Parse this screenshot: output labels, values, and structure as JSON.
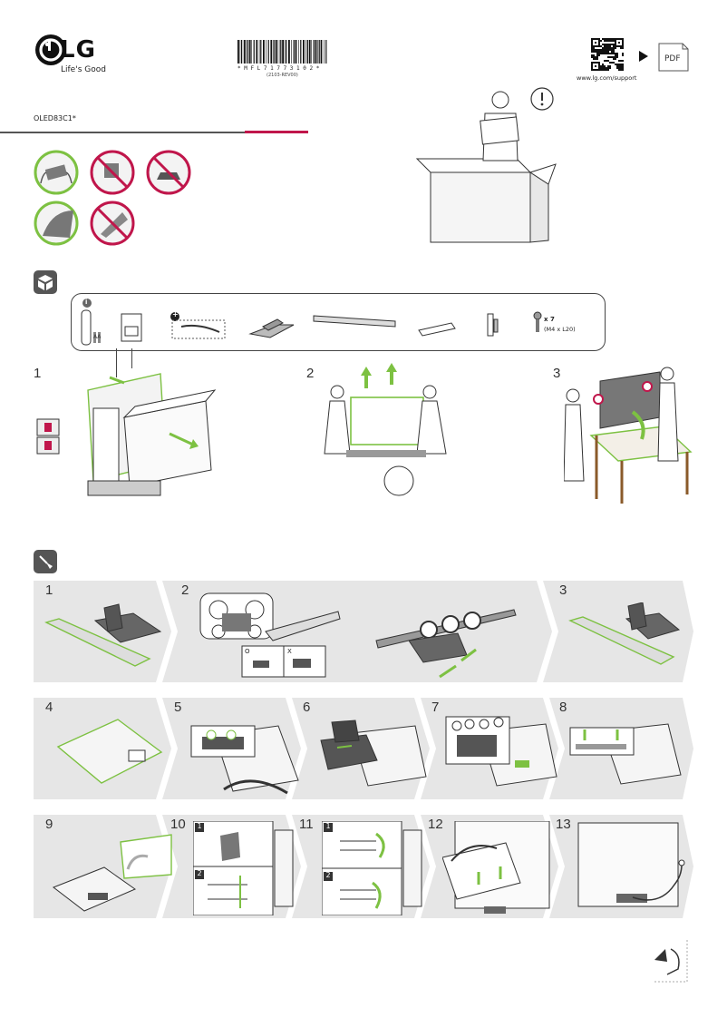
{
  "header": {
    "brand": "LG",
    "tagline": "Life's Good",
    "barcode_text": "* M F L 7 1 7 7 3 1 0 2 *",
    "barcode_rev": "(2103-REV00)",
    "support_url": "www.lg.com/support",
    "pdf_label": "PDF"
  },
  "model": "OLED83C1*",
  "components": {
    "ac_accessory_icon": "i",
    "optional_icon": "+",
    "battery_label": "AA",
    "screw_qty": "x 7",
    "screw_spec": "(M4 x L20)"
  },
  "unpack_steps": [
    "1",
    "2",
    "3"
  ],
  "assembly_steps": [
    "1",
    "2",
    "3",
    "4",
    "5",
    "6",
    "7",
    "8",
    "9",
    "10",
    "11",
    "12",
    "13"
  ],
  "step2_ok_mark": "O",
  "step2_ng_mark": "X",
  "substeps": [
    "1",
    "2"
  ],
  "colors": {
    "accent_green": "#7dc142",
    "lg_red": "#c0164b",
    "prohibit_red": "#c0164b",
    "band_gray": "#e6e6e6"
  },
  "icons": [
    "lg-logo-icon",
    "qr-code-icon",
    "pdf-icon",
    "box-icon",
    "screwdriver-icon",
    "page-turn-icon"
  ]
}
